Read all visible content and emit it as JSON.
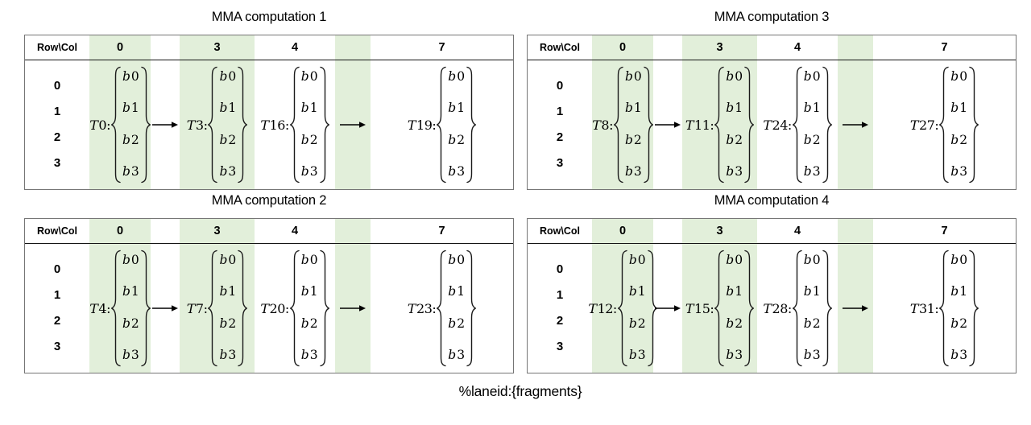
{
  "caption": "%laneid:{fragments}",
  "colors": {
    "highlight_green": "#E2EFDA",
    "box_border": "#757575",
    "header_rule": "#151515"
  },
  "table": {
    "corner_label": "Row\\Col",
    "col_headers": [
      "0",
      "3",
      "4",
      "7"
    ],
    "row_labels": [
      "0",
      "1",
      "2",
      "3"
    ],
    "fragment_values": [
      "b0",
      "b1",
      "b2",
      "b3"
    ]
  },
  "panels": [
    {
      "title": "MMA computation 1",
      "threads": [
        "T0",
        "T3",
        "T16",
        "T19"
      ]
    },
    {
      "title": "MMA computation 3",
      "threads": [
        "T8",
        "T11",
        "T24",
        "T27"
      ]
    },
    {
      "title": "MMA computation 2",
      "threads": [
        "T4",
        "T7",
        "T20",
        "T23"
      ]
    },
    {
      "title": "MMA computation 4",
      "threads": [
        "T12",
        "T15",
        "T28",
        "T31"
      ]
    }
  ]
}
